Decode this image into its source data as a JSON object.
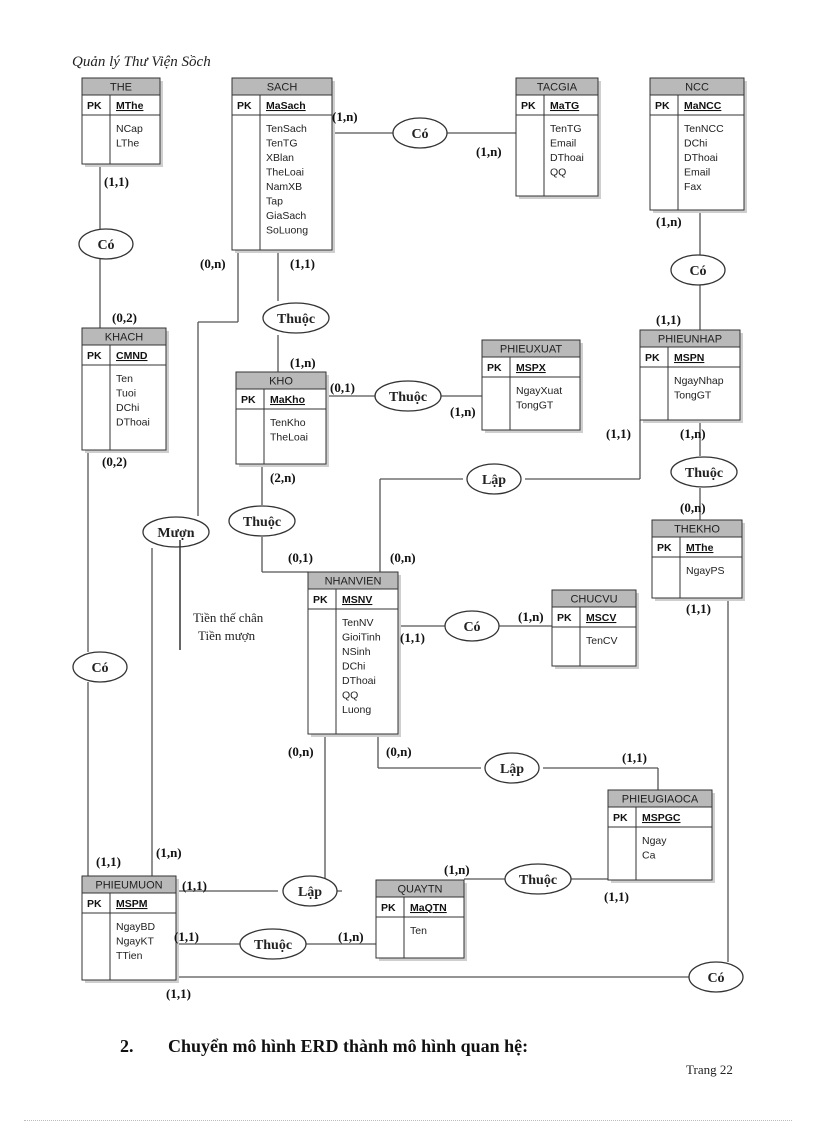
{
  "header": "Quản lý Thư Viện Sồch",
  "pk_label": "PK",
  "entities": [
    {
      "id": "THE",
      "name": "THE",
      "key": "MThe",
      "attrs": [
        "NCap",
        "LThe"
      ]
    },
    {
      "id": "SACH",
      "name": "SACH",
      "key": "MaSach",
      "attrs": [
        "TenSach",
        "TenTG",
        "XBlan",
        "TheLoai",
        "NamXB",
        "Tap",
        "GiaSach",
        "SoLuong"
      ]
    },
    {
      "id": "TACGIA",
      "name": "TACGIA",
      "key": "MaTG",
      "attrs": [
        "TenTG",
        "Email",
        "DThoai",
        "QQ"
      ]
    },
    {
      "id": "NCC",
      "name": "NCC",
      "key": "MaNCC",
      "attrs": [
        "TenNCC",
        "DChi",
        "DThoai",
        "Email",
        "Fax"
      ]
    },
    {
      "id": "KHACH",
      "name": "KHACH",
      "key": "CMND",
      "attrs": [
        "Ten",
        "Tuoi",
        "DChi",
        "DThoai"
      ]
    },
    {
      "id": "PHIEUNHAP",
      "name": "PHIEUNHAP",
      "key": "MSPN",
      "attrs": [
        "NgayNhap",
        "TongGT"
      ]
    },
    {
      "id": "PHIEUXUAT",
      "name": "PHIEUXUAT",
      "key": "MSPX",
      "attrs": [
        "NgayXuat",
        "TongGT"
      ]
    },
    {
      "id": "KHO",
      "name": "KHO",
      "key": "MaKho",
      "attrs": [
        "TenKho",
        "TheLoai"
      ]
    },
    {
      "id": "THEKHO",
      "name": "THEKHO",
      "key": "MThe",
      "attrs": [
        "NgayPS"
      ]
    },
    {
      "id": "NHANVIEN",
      "name": "NHANVIEN",
      "key": "MSNV",
      "attrs": [
        "TenNV",
        "GioiTinh",
        "NSinh",
        "DChi",
        "DThoai",
        "QQ",
        "Luong"
      ]
    },
    {
      "id": "CHUCVU",
      "name": "CHUCVU",
      "key": "MSCV",
      "attrs": [
        "TenCV"
      ]
    },
    {
      "id": "PHIEUGIAOCA",
      "name": "PHIEUGIAOCA",
      "key": "MSPGC",
      "attrs": [
        "Ngay",
        "Ca"
      ]
    },
    {
      "id": "PHIEUMUON",
      "name": "PHIEUMUON",
      "key": "MSPM",
      "attrs": [
        "NgayBD",
        "NgayKT",
        "TTien"
      ]
    },
    {
      "id": "QUAYTN",
      "name": "QUAYTN",
      "key": "MaQTN",
      "attrs": [
        "Ten"
      ]
    }
  ],
  "relationships": [
    {
      "id": "co_sach_tacgia",
      "label": "Có"
    },
    {
      "id": "co_the_khach",
      "label": "Có"
    },
    {
      "id": "co_ncc_phieunhap",
      "label": "Có"
    },
    {
      "id": "thuoc_sach_kho",
      "label": "Thuộc"
    },
    {
      "id": "thuoc_kho_phieuxuat",
      "label": "Thuộc"
    },
    {
      "id": "thuoc_phieunhap_thekho",
      "label": "Thuộc"
    },
    {
      "id": "lap_nhanvien_phieunhap",
      "label": "Lập"
    },
    {
      "id": "muon",
      "label": "Mượn"
    },
    {
      "id": "thuoc_kho_nhanvien",
      "label": "Thuộc"
    },
    {
      "id": "co_nhanvien_chucvu",
      "label": "Có"
    },
    {
      "id": "co_khach_phieumuon",
      "label": "Có"
    },
    {
      "id": "lap_nhanvien_phieugiaoca",
      "label": "Lập"
    },
    {
      "id": "thuoc_quaytn_phieugiaoca",
      "label": "Thuộc"
    },
    {
      "id": "lap_phieumuon_nhanvien",
      "label": "Lập"
    },
    {
      "id": "thuoc_phieumuon_quaytn",
      "label": "Thuộc"
    },
    {
      "id": "co_phieumuon_thekho",
      "label": "Có"
    }
  ],
  "cardinalities": [
    {
      "id": "c1",
      "label": "(1,n)"
    },
    {
      "id": "c2",
      "label": "(1,n)"
    },
    {
      "id": "c3",
      "label": "(1,1)"
    },
    {
      "id": "c4",
      "label": "(0,2)"
    },
    {
      "id": "c5",
      "label": "(1,n)"
    },
    {
      "id": "c6",
      "label": "(1,1)"
    },
    {
      "id": "c7",
      "label": "(0,n)"
    },
    {
      "id": "c8",
      "label": "(1,1)"
    },
    {
      "id": "c9",
      "label": "(1,n)"
    },
    {
      "id": "c10",
      "label": "(0,1)"
    },
    {
      "id": "c11",
      "label": "(1,n)"
    },
    {
      "id": "c12",
      "label": "(1,1)"
    },
    {
      "id": "c13",
      "label": "(1,n)"
    },
    {
      "id": "c14",
      "label": "(0,n)"
    },
    {
      "id": "c15",
      "label": "(0,2)"
    },
    {
      "id": "c16",
      "label": "(2,n)"
    },
    {
      "id": "c17",
      "label": "(0,1)"
    },
    {
      "id": "c18",
      "label": "(0,n)"
    },
    {
      "id": "c19",
      "label": "(1,n)"
    },
    {
      "id": "c20",
      "label": "(1,1)"
    },
    {
      "id": "c21",
      "label": "(1,1)"
    },
    {
      "id": "c22",
      "label": "(0,n)"
    },
    {
      "id": "c23",
      "label": "(0,n)"
    },
    {
      "id": "c24",
      "label": "(1,1)"
    },
    {
      "id": "c25",
      "label": "(1,n)"
    },
    {
      "id": "c26",
      "label": "(1,1)"
    },
    {
      "id": "c27",
      "label": "(1,1)"
    },
    {
      "id": "c28",
      "label": "(1,n)"
    },
    {
      "id": "c29",
      "label": "(1,1)"
    },
    {
      "id": "c30",
      "label": "(1,1)"
    },
    {
      "id": "c31",
      "label": "(1,n)"
    },
    {
      "id": "c32",
      "label": "(1,1)"
    }
  ],
  "note_lines": [
    "Tiền thế chân",
    "Tiền mượn"
  ],
  "section": {
    "number": "2.",
    "title": "Chuyển mô hình ERD thành mô hình quan hệ:"
  },
  "page_number": "Trang 22",
  "colors": {
    "header_fill": "#b9b9b9",
    "line": "#555555",
    "border": "#333333"
  }
}
